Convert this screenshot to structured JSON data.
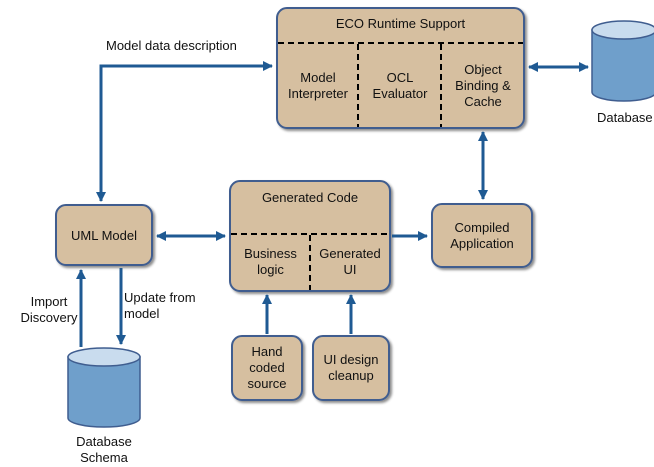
{
  "colors": {
    "box_fill": "#d6bfa0",
    "box_stroke": "#3f5d8f",
    "arrow": "#1f5a93",
    "db_top": "#c9dcee",
    "db_body": "#6f9fcb",
    "divider": "#000000"
  },
  "runtime": {
    "title": "ECO Runtime Support",
    "sections": [
      "Model\nInterpreter",
      "OCL\nEvaluator",
      "Object\nBinding &\nCache"
    ]
  },
  "generated_code": {
    "title": "Generated Code",
    "sections": [
      "Business\nlogic",
      "Generated\nUI"
    ]
  },
  "uml_model": {
    "label": "UML Model"
  },
  "compiled_app": {
    "label": "Compiled\nApplication"
  },
  "hand_coded": {
    "label": "Hand\ncoded\nsource"
  },
  "ui_design": {
    "label": "UI design\ncleanup"
  },
  "database": {
    "label": "Database"
  },
  "database_schema": {
    "label": "Database\nSchema"
  },
  "edge_labels": {
    "model_data_description": "Model data description",
    "import_discovery": "Import\nDiscovery",
    "update_from_model": "Update from\nmodel"
  }
}
